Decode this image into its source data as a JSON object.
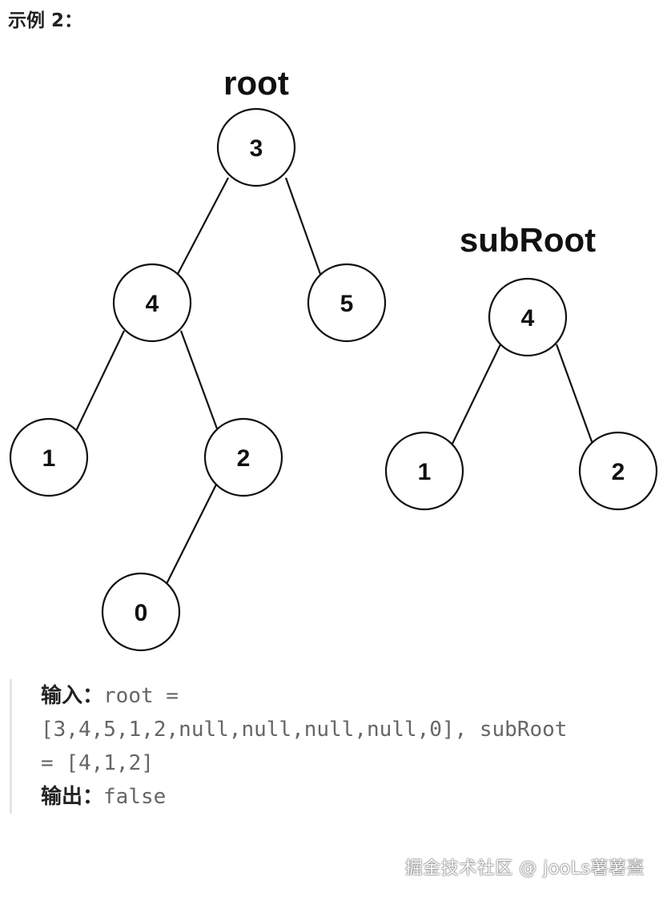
{
  "heading": "示例 2：",
  "diagram": {
    "root_tree": {
      "label": "root",
      "nodes": [
        "3",
        "4",
        "5",
        "1",
        "2",
        "0"
      ]
    },
    "sub_tree": {
      "label": "subRoot",
      "nodes": [
        "4",
        "1",
        "2"
      ]
    }
  },
  "example": {
    "input_label": "输入：",
    "input_value_line1": "root =",
    "input_value_line2": "[3,4,5,1,2,null,null,null,null,0], subRoot",
    "input_value_line3": "= [4,1,2]",
    "output_label": "输出：",
    "output_value": "false"
  },
  "watermark": "掘金技术社区 @ jooLs薯薯熹"
}
